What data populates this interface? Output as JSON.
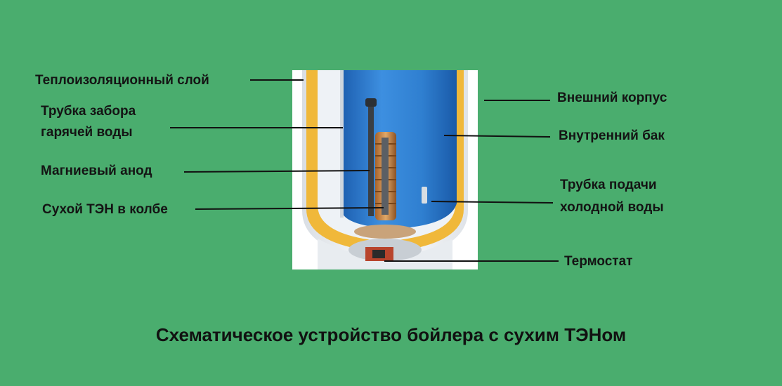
{
  "labels": {
    "insulation": "Теплоизоляционный слой",
    "hot_pipe_line1": "Трубка забора",
    "hot_pipe_line2": "гарячей воды",
    "anode": "Магниевый анод",
    "dry_element": "Сухой ТЭН в колбе",
    "outer_shell": "Внешний корпус",
    "inner_tank": "Внутренний бак",
    "cold_pipe_line1": "Трубка подачи",
    "cold_pipe_line2": "холодной воды",
    "thermostat": "Термостат"
  },
  "caption": "Схематическое устройство бойлера с сухим ТЭНом",
  "colors": {
    "background": "#4aad6e",
    "insulation": "#f0b83a",
    "tank_blue": "#2f7fd0",
    "line": "#111111"
  }
}
